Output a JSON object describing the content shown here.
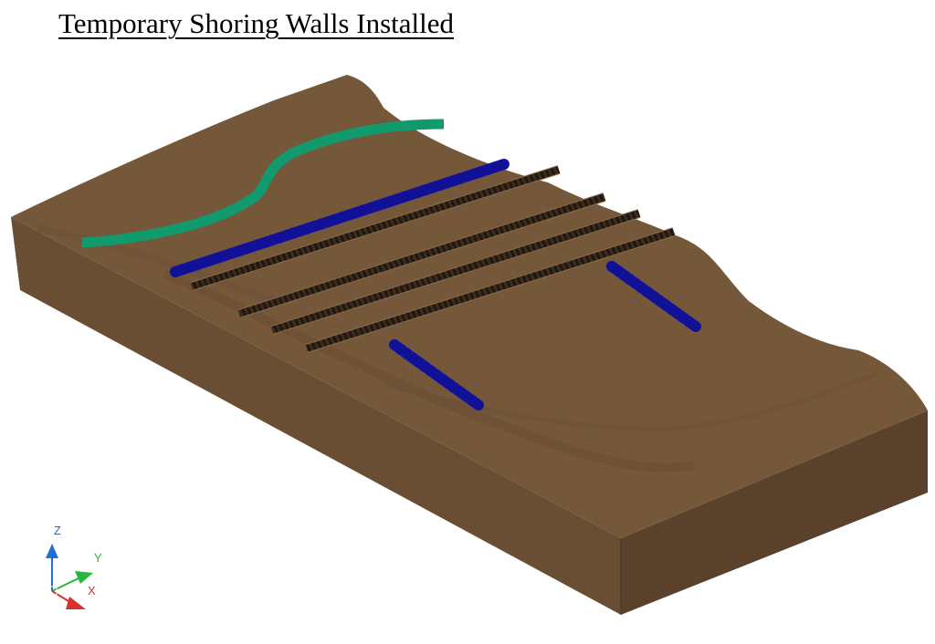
{
  "title": "Temporary Shoring Walls Installed",
  "colors": {
    "terrain_top": "#76583a",
    "terrain_front": "#6a4e33",
    "terrain_side": "#5a412b",
    "terrain_edge": "#4a3522",
    "shoring_wall": "#1a1ab5",
    "shoring_wall_dark": "#0b0b80",
    "green_curve": "#119a6e",
    "rail_tie": "#2a1f16",
    "rail_edge": "#8a6b4a"
  },
  "ucs": {
    "z_label": "Z",
    "y_label": "Y",
    "x_label": "X",
    "z_color": "#1f6fd6",
    "y_color": "#27b83a",
    "x_color": "#d93030"
  }
}
